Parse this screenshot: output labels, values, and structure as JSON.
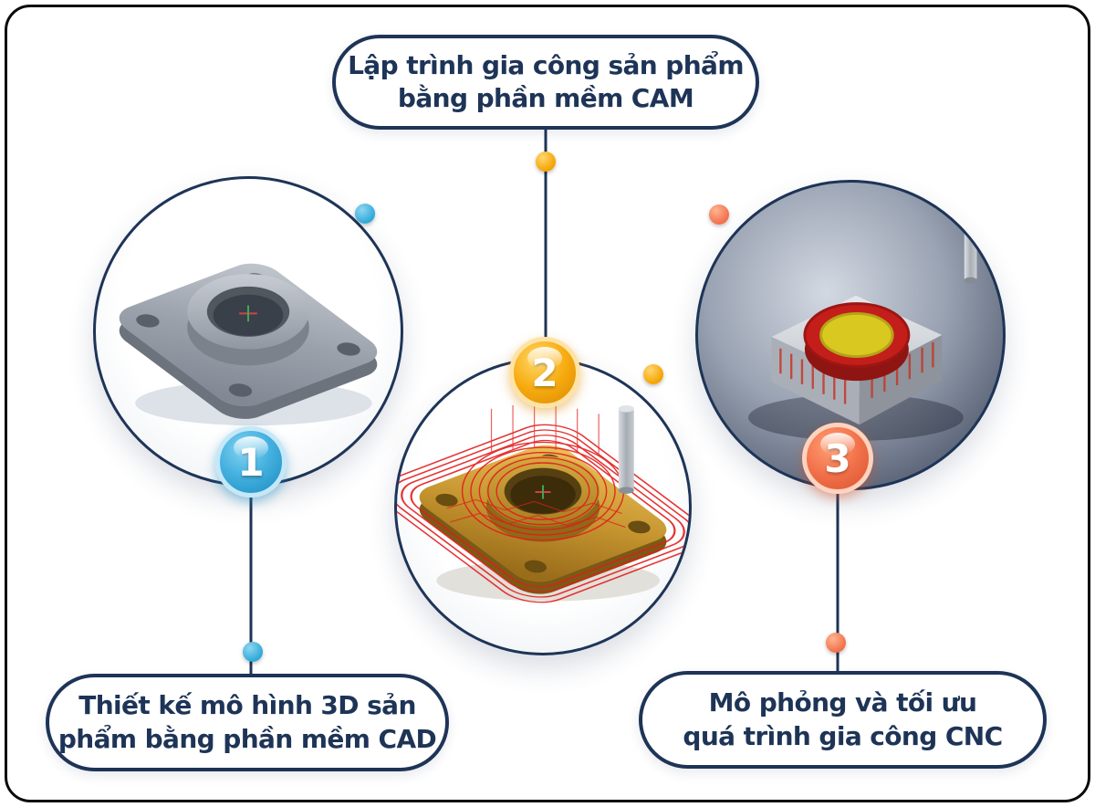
{
  "diagram": {
    "type": "process-infographic",
    "background": "#ffffff",
    "frame_color": "#0b0b0b",
    "outline_color": "#1e3457"
  },
  "labels": {
    "cam": {
      "line1": "Lập trình gia công sản phẩm",
      "line2": "bằng phần mềm CAM"
    },
    "cad": {
      "line1": "Thiết kế mô hình 3D sản",
      "line2": "phẩm bằng phần mềm CAD"
    },
    "cnc": {
      "line1": "Mô phỏng và tối ưu",
      "line2": "quá trình gia công CNC"
    }
  },
  "steps": [
    {
      "number": "1",
      "accent_color": "#2fa9d9",
      "illustration": "gray-cad-flange-3d-model"
    },
    {
      "number": "2",
      "accent_color": "#f5a300",
      "illustration": "gold-cam-flange-with-red-toolpaths"
    },
    {
      "number": "3",
      "accent_color": "#f2704a",
      "illustration": "cnc-simulation-stock-block"
    }
  ]
}
